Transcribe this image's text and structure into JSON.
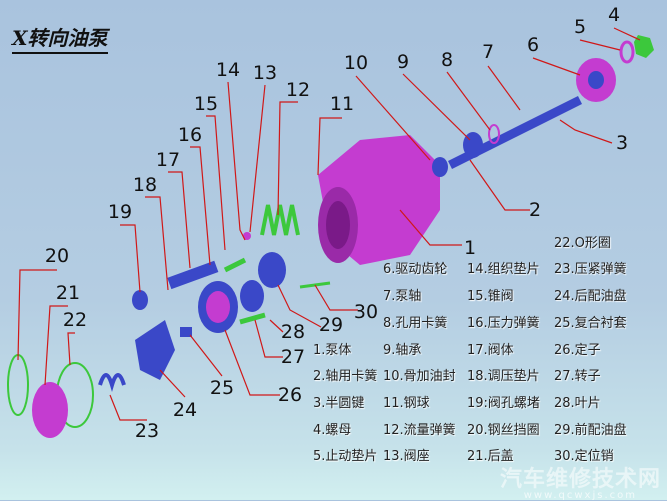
{
  "title": "X转向油泵",
  "callouts": [
    "1",
    "2",
    "3",
    "4",
    "5",
    "6",
    "7",
    "8",
    "9",
    "10",
    "11",
    "12",
    "13",
    "14",
    "15",
    "16",
    "17",
    "18",
    "19",
    "20",
    "21",
    "22",
    "23",
    "24",
    "25",
    "26",
    "27",
    "28",
    "29",
    "30"
  ],
  "legend": [
    "1.泵体",
    "2.轴用卡簧",
    "3.半圆键",
    "4.螺母",
    "5.止动垫片",
    "6.驱动齿轮",
    "7.泵轴",
    "8.孔用卡簧",
    "9.轴承",
    "10.骨加油封",
    "11.钢球",
    "12.流量弹簧",
    "13.阀座",
    "14.组织垫片",
    "15.锥阀",
    "16.压力弹簧",
    "17.阀体",
    "18.调压垫片",
    "19:阀孔螺堵",
    "20.钢丝挡圈",
    "21.后盖",
    "22.O形圈",
    "23.压紧弹簧",
    "24.后配油盘",
    "25.复合衬套",
    "26.定子",
    "27.转子",
    "28.叶片",
    "29.前配油盘",
    "30.定位销"
  ],
  "watermark": {
    "text": "汽车维修技术网",
    "url": "www.qcwxjs.com"
  },
  "colors": {
    "part": "#c040d0",
    "spring": "#3cc83c",
    "blue": "#3a48c8",
    "leader": "#d01818"
  }
}
